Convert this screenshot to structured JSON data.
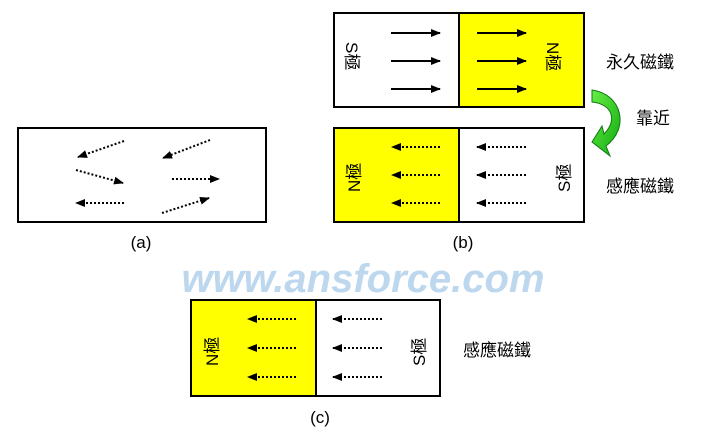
{
  "watermark": "www.ansforce.com",
  "panel_a": {
    "caption": "(a)"
  },
  "panel_b": {
    "caption": "(b)",
    "permanent_magnet": {
      "label": "永久磁鐵",
      "left_pole": "S極",
      "right_pole": "N極"
    },
    "approach_label": "靠近",
    "induced_magnet": {
      "label": "感應磁鐵",
      "left_pole": "N極",
      "right_pole": "S極"
    }
  },
  "panel_c": {
    "caption": "(c)",
    "induced_magnet": {
      "label": "感應磁鐵",
      "left_pole": "N極",
      "right_pole": "S極"
    }
  },
  "colors": {
    "pole_fill": "#ffff00",
    "approach_arrow": "#22cc22",
    "watermark": "#bcd7ee"
  }
}
